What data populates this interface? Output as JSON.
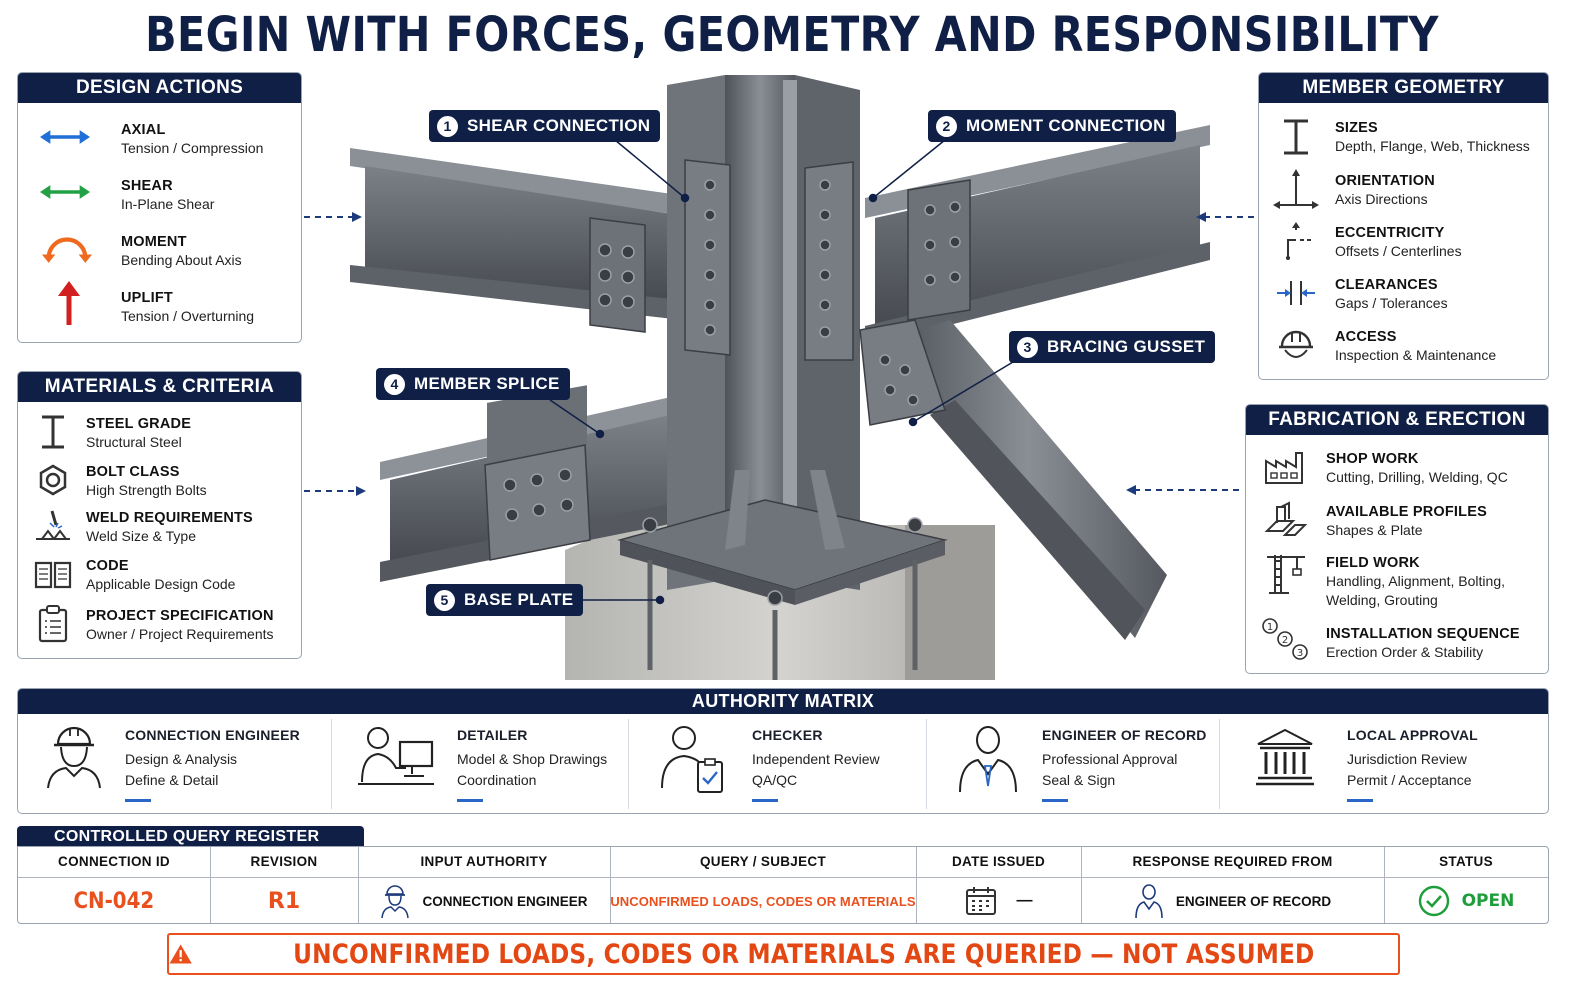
{
  "title": "BEGIN WITH FORCES, GEOMETRY AND RESPONSIBILITY",
  "design_actions": {
    "heading": "DESIGN ACTIONS",
    "items": [
      {
        "title": "AXIAL",
        "sub": "Tension / Compression",
        "icon": "double-arrow-icon",
        "color": "#1f6fd6"
      },
      {
        "title": "SHEAR",
        "sub": "In-Plane Shear",
        "icon": "double-arrow-icon",
        "color": "#22a045"
      },
      {
        "title": "MOMENT",
        "sub": "Bending About Axis",
        "icon": "curved-arrow-icon",
        "color": "#ef6a1e"
      },
      {
        "title": "UPLIFT",
        "sub": "Tension / Overturning",
        "icon": "up-arrow-icon",
        "color": "#d21f1f"
      }
    ]
  },
  "materials": {
    "heading": "MATERIALS & CRITERIA",
    "items": [
      {
        "title": "STEEL GRADE",
        "sub": "Structural Steel",
        "icon": "i-beam-icon"
      },
      {
        "title": "BOLT CLASS",
        "sub": "High Strength Bolts",
        "icon": "hex-bolt-icon"
      },
      {
        "title": "WELD REQUIREMENTS",
        "sub": "Weld Size & Type",
        "icon": "weld-icon"
      },
      {
        "title": "CODE",
        "sub": "Applicable Design Code",
        "icon": "book-icon"
      },
      {
        "title": "PROJECT SPECIFICATION",
        "sub": "Owner / Project Requirements",
        "icon": "clipboard-icon"
      }
    ]
  },
  "member_geometry": {
    "heading": "MEMBER GEOMETRY",
    "items": [
      {
        "title": "SIZES",
        "sub": "Depth, Flange, Web, Thickness",
        "icon": "i-beam-icon"
      },
      {
        "title": "ORIENTATION",
        "sub": "Axis Directions",
        "icon": "axis-icon"
      },
      {
        "title": "ECCENTRICITY",
        "sub": "Offsets / Centerlines",
        "icon": "offset-icon"
      },
      {
        "title": "CLEARANCES",
        "sub": "Gaps / Tolerances",
        "icon": "gap-icon"
      },
      {
        "title": "ACCESS",
        "sub": "Inspection & Maintenance",
        "icon": "hard-hat-icon"
      }
    ]
  },
  "fabrication": {
    "heading": "FABRICATION & ERECTION",
    "items": [
      {
        "title": "SHOP WORK",
        "sub": "Cutting, Drilling, Welding, QC",
        "icon": "factory-icon"
      },
      {
        "title": "AVAILABLE PROFILES",
        "sub": "Shapes & Plate",
        "icon": "profiles-icon"
      },
      {
        "title": "FIELD WORK",
        "sub": "Handling, Alignment, Bolting,",
        "sub2": "Welding, Grouting",
        "icon": "crane-icon"
      },
      {
        "title": "INSTALLATION SEQUENCE",
        "sub": "Erection Order & Stability",
        "icon": "sequence-icon"
      }
    ]
  },
  "callouts": [
    {
      "num": "1",
      "label": "SHEAR CONNECTION"
    },
    {
      "num": "2",
      "label": "MOMENT CONNECTION"
    },
    {
      "num": "3",
      "label": "BRACING GUSSET"
    },
    {
      "num": "4",
      "label": "MEMBER SPLICE"
    },
    {
      "num": "5",
      "label": "BASE PLATE"
    }
  ],
  "authority": {
    "heading": "AUTHORITY MATRIX",
    "roles": [
      {
        "title": "CONNECTION ENGINEER",
        "line1": "Design & Analysis",
        "line2": "Define & Detail",
        "icon": "engineer-icon"
      },
      {
        "title": "DETAILER",
        "line1": "Model & Shop Drawings",
        "line2": "Coordination",
        "icon": "detailer-icon"
      },
      {
        "title": "CHECKER",
        "line1": "Independent Review",
        "line2": "QA/QC",
        "icon": "checker-icon"
      },
      {
        "title": "ENGINEER OF RECORD",
        "line1": "Professional Approval",
        "line2": "Seal & Sign",
        "icon": "eor-icon"
      },
      {
        "title": "LOCAL APPROVAL",
        "line1": "Jurisdiction Review",
        "line2": "Permit / Acceptance",
        "icon": "government-building-icon"
      }
    ]
  },
  "register": {
    "heading": "CONTROLLED QUERY REGISTER",
    "columns": [
      "CONNECTION ID",
      "REVISION",
      "INPUT AUTHORITY",
      "QUERY / SUBJECT",
      "DATE ISSUED",
      "RESPONSE REQUIRED FROM",
      "STATUS"
    ],
    "row": {
      "connection_id": "CN-042",
      "revision": "R1",
      "input_authority": "CONNECTION ENGINEER",
      "query": "UNCONFIRMED LOADS, CODES OR MATERIALS",
      "date_issued": "—",
      "response_from": "ENGINEER OF RECORD",
      "status": "OPEN"
    }
  },
  "warning": "UNCONFIRMED LOADS, CODES OR MATERIALS ARE QUERIED — NOT ASSUMED",
  "colors": {
    "navy": "#0f1f45",
    "orange": "#e8501e",
    "green": "#1e9e3a",
    "steel": "#6d7178"
  }
}
